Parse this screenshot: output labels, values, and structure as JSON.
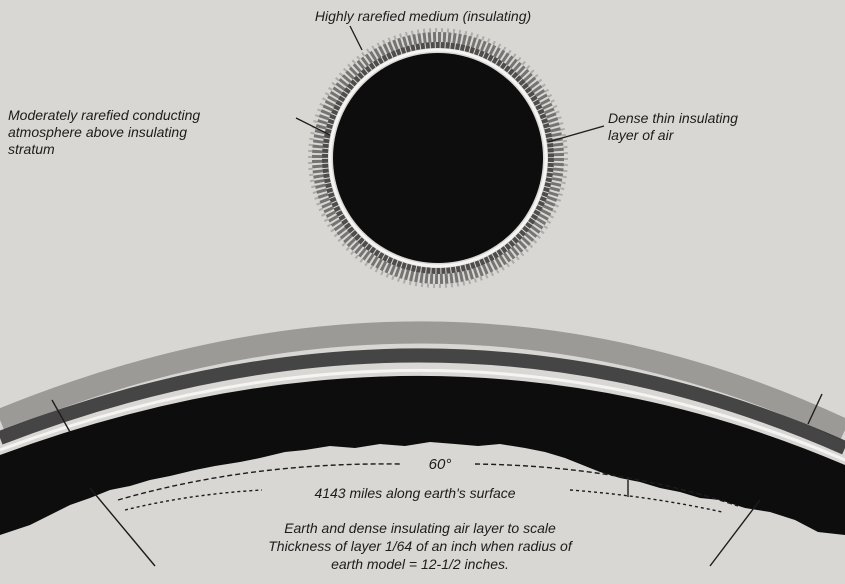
{
  "diagram": {
    "labels": {
      "top": "Highly rarefied medium (insulating)",
      "left": "Moderately rarefied conducting\natmosphere above insulating\nstratum",
      "right": "Dense thin insulating\nlayer of air",
      "angle": "60°",
      "arc_length": "4143 miles along earth's surface",
      "caption": "Earth and dense insulating air layer to scale\nThickness of layer 1/64 of an inch when radius of\nearth model = 12-1/2 inches."
    },
    "colors": {
      "background": "#d9d7d3",
      "earth": "#0d0d0d",
      "insulating_layer": "#f4f4f2",
      "text": "#1c1c1c"
    }
  }
}
